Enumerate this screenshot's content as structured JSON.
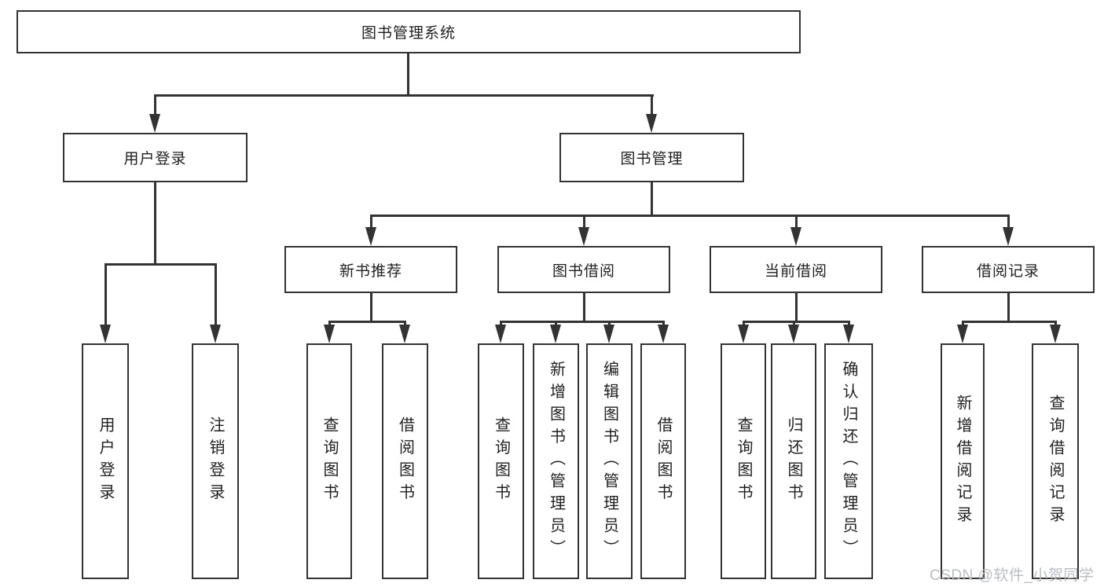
{
  "colors": {
    "line": "#333333",
    "text": "#1f1f1f",
    "watermark": "#b9bdc2",
    "background": "#ffffff"
  },
  "tree": {
    "root": {
      "label": "图书管理系统"
    },
    "user_login": {
      "label": "用户登录",
      "children": [
        "用户登录",
        "注销登录"
      ]
    },
    "book_management": {
      "label": "图书管理",
      "sections": [
        {
          "label": "新书推荐",
          "children": [
            "查询图书",
            "借阅图书"
          ]
        },
        {
          "label": "图书借阅",
          "children": [
            "查询图书",
            "新增图书（管理员）",
            "编辑图书（管理员）",
            "借阅图书"
          ]
        },
        {
          "label": "当前借阅",
          "children": [
            "查询图书",
            "归还图书",
            "确认归还（管理员）"
          ]
        },
        {
          "label": "借阅记录",
          "children": [
            "新增借阅记录",
            "查询借阅记录"
          ]
        }
      ]
    }
  },
  "watermark": {
    "text": "CSDN @软件_小贺同学"
  }
}
